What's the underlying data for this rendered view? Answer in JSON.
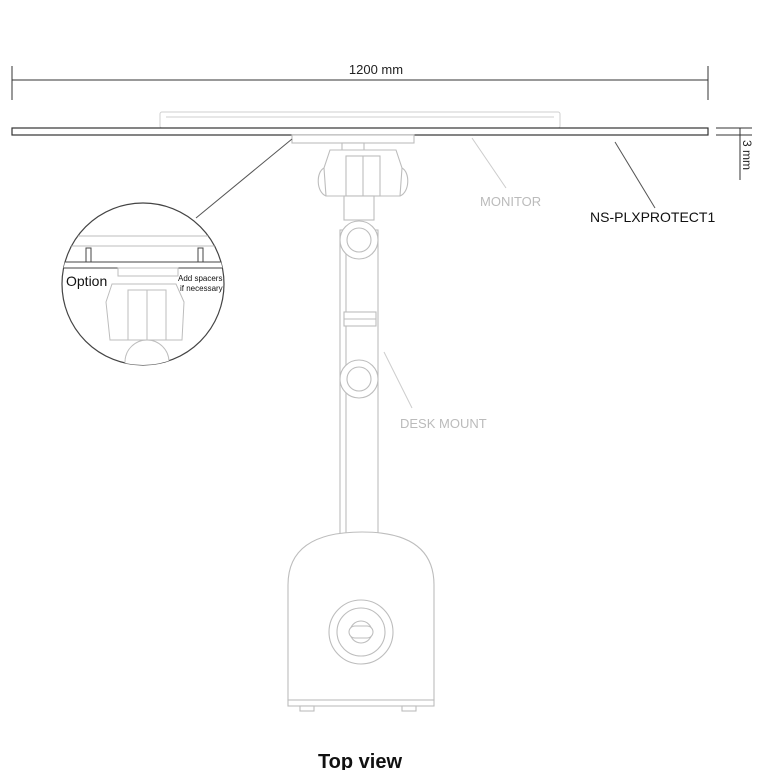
{
  "diagram": {
    "width_dimension": "1200 mm",
    "thickness_dimension": "3 mm",
    "product_label": "NS-PLXPROTECT1",
    "monitor_label": "MONITOR",
    "desk_mount_label": "DESK MOUNT",
    "detail": {
      "option_label": "Option",
      "note_line1": "Add spacers",
      "note_line2": "if necessary"
    },
    "view_title": "Top view",
    "colors": {
      "line_dark": "#333333",
      "line_light": "#bdbdbd",
      "label_light": "#bbbbbb",
      "fill_light": "#f4f4f4"
    }
  }
}
